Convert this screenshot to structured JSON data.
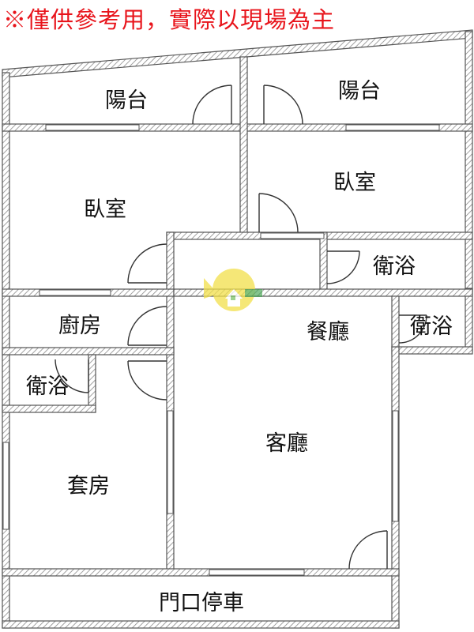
{
  "disclaimer": "※僅供參考用，實際以現場為主",
  "rooms": {
    "balcony_left": "陽台",
    "balcony_right": "陽台",
    "bedroom_left": "臥室",
    "bedroom_right": "臥室",
    "bathroom_right_upper": "衛浴",
    "kitchen": "廚房",
    "dining": "餐廳",
    "bathroom_right_lower": "衛浴",
    "bathroom_left": "衛浴",
    "living": "客廳",
    "suite": "套房",
    "parking": "門口停車"
  },
  "colors": {
    "wall": "#555555",
    "hatch": "#9a9a9a",
    "disclaimer": "#e8141b",
    "logo": "#f2e04a"
  }
}
